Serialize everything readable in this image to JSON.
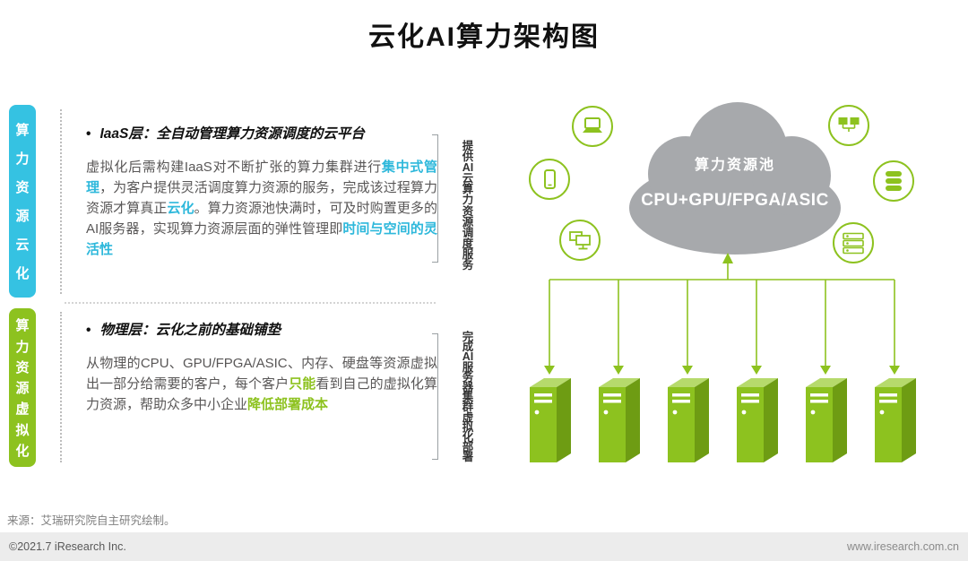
{
  "title": "云化AI算力架构图",
  "colors": {
    "accent_cyan": "#35c2e2",
    "accent_green": "#8dc21f",
    "cloud_gray": "#a7a9ac"
  },
  "left_bars": {
    "cloudification": [
      "算",
      "力",
      "资",
      "源",
      "云",
      "化"
    ],
    "virtualization": [
      "算",
      "力",
      "资",
      "源",
      "虚",
      "拟",
      "化"
    ]
  },
  "sections": {
    "iaas": {
      "heading": "IaaS层：全自动管理算力资源调度的云平台",
      "body": [
        {
          "t": "虚拟化后需构建IaaS对不断扩张的算力集群进行"
        },
        {
          "t": "集中式管理",
          "c": "cyan"
        },
        {
          "t": "，为客户提供灵活调度算力资源的服务，完成该过程算力资源才算真正"
        },
        {
          "t": "云化",
          "c": "cyan"
        },
        {
          "t": "。算力资源池快满时，可及时购置更多的AI服务器，实现算力资源层面的弹性管理即"
        },
        {
          "t": "时间与空间的灵活性",
          "c": "cyan"
        }
      ],
      "bracket_label": [
        "提",
        "供",
        "AI",
        "云",
        "算",
        "力",
        "资",
        "源",
        "调",
        "度",
        "服",
        "务"
      ]
    },
    "physical": {
      "heading": "物理层：云化之前的基础铺垫",
      "body": [
        {
          "t": "从物理的CPU、GPU/FPGA/ASIC、内存、硬盘等资源虚拟出一部分给需要的客户，每个客户"
        },
        {
          "t": "只能",
          "c": "green"
        },
        {
          "t": "看到自己的虚拟化算力资源，帮助众多中小企业"
        },
        {
          "t": "降低部署成本",
          "c": "green"
        }
      ],
      "bracket_label": [
        "完",
        "成",
        "AI",
        "服",
        "务",
        "器",
        "集",
        "群",
        "虚",
        "拟",
        "化",
        "部",
        "署"
      ]
    }
  },
  "diagram": {
    "cloud": {
      "label": "算力资源池",
      "sublabel": "CPU+GPU/FPGA/ASIC"
    },
    "device_icons": [
      "laptop",
      "smartphone",
      "desktop-computers",
      "network-monitors",
      "database",
      "server-stack"
    ],
    "server_count": 6
  },
  "footer": {
    "source": "来源：艾瑞研究院自主研究绘制。",
    "copyright": "©2021.7 iResearch Inc.",
    "website": "www.iresearch.com.cn"
  }
}
